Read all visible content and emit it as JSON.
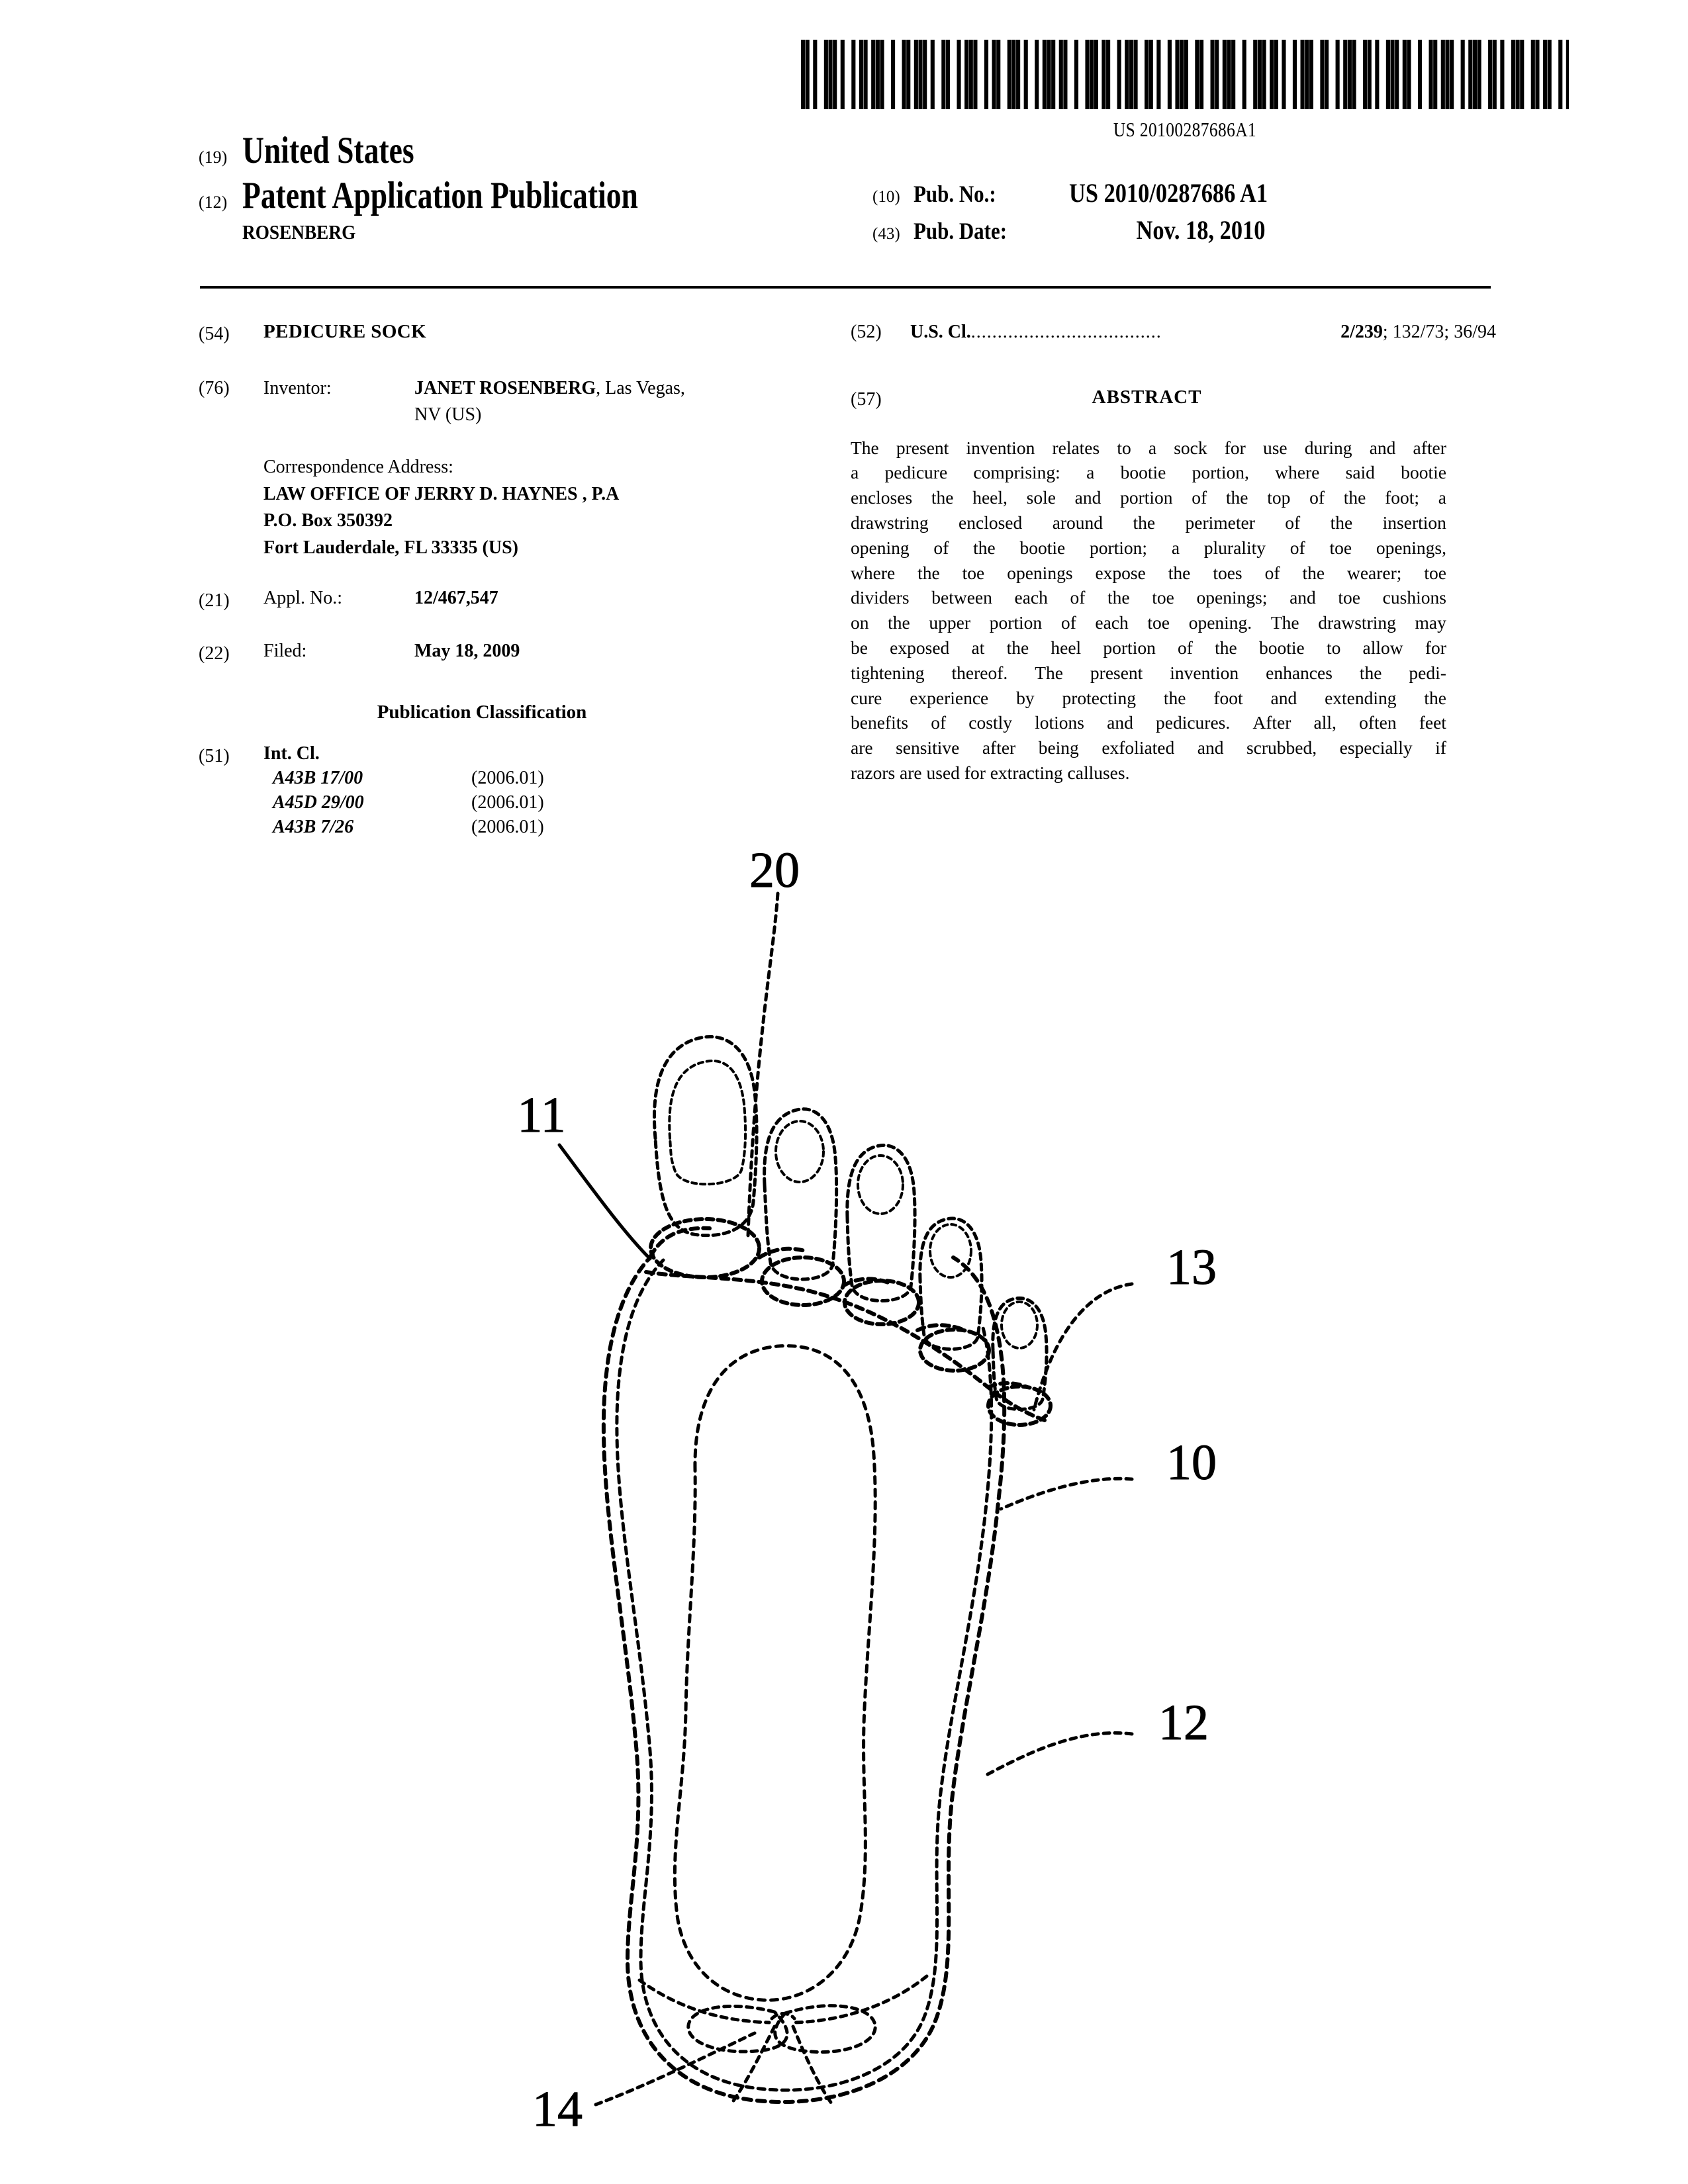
{
  "barcode": {
    "number": "US 20100287686A1",
    "pattern": "1101001110100101101110010011011101001100101110010110011101001011101100100111011001011100110100101110011001101110010011101101001011100110010111001101001110110010011011100101110011010011100110110010111001001110110100101110011001011100110"
  },
  "header": {
    "kind_19": "(19)",
    "country": "United States",
    "kind_12": "(12)",
    "doc_type": "Patent Application Publication",
    "applicant": "ROSENBERG",
    "kind_10": "(10)",
    "pub_no_label": "Pub. No.:",
    "pub_no_value": "US 2010/0287686 A1",
    "kind_43": "(43)",
    "pub_date_label": "Pub. Date:",
    "pub_date_value": "Nov. 18, 2010"
  },
  "left_column": {
    "title_num": "(54)",
    "title": "PEDICURE SOCK",
    "inventor_num": "(76)",
    "inventor_label": "Inventor:",
    "inventor_name": "JANET ROSENBERG",
    "inventor_city": ", Las Vegas,",
    "inventor_state": "NV (US)",
    "correspondence_label": "Correspondence Address:",
    "correspondence_lines": [
      "LAW OFFICE OF JERRY D. HAYNES , P.A",
      "P.O. Box 350392",
      "Fort Lauderdale, FL 33335 (US)"
    ],
    "appl_num": "(21)",
    "appl_label": "Appl. No.:",
    "appl_value": "12/467,547",
    "filed_num": "(22)",
    "filed_label": "Filed:",
    "filed_value": "May 18, 2009",
    "pub_class_heading": "Publication Classification",
    "intcl_num": "(51)",
    "intcl_label": "Int. Cl.",
    "intcl_rows": [
      {
        "code": "A43B  17/00",
        "version": "(2006.01)"
      },
      {
        "code": "A45D  29/00",
        "version": "(2006.01)"
      },
      {
        "code": "A43B  7/26",
        "version": "(2006.01)"
      }
    ]
  },
  "right_column": {
    "uscl_num": "(52)",
    "uscl_label": "U.S. Cl.",
    "uscl_dots": "....................................",
    "uscl_primary": "2/239",
    "uscl_rest": "; 132/73; 36/94",
    "abstract_num": "(57)",
    "abstract_heading": "ABSTRACT",
    "abstract_lines": [
      "The present invention relates to a sock for use during and after",
      "a pedicure comprising: a bootie portion, where said bootie",
      "encloses the heel, sole and portion of the top of the foot; a",
      "drawstring enclosed around the perimeter of the insertion",
      "opening of the bootie portion; a plurality of toe openings,",
      "where the toe openings expose the toes of the wearer; toe",
      "dividers between each of the toe openings; and toe cushions",
      "on the upper portion of each toe opening. The drawstring may",
      "be exposed at the heel portion of the bootie to allow for",
      "tightening thereof. The present invention enhances the pedi-",
      "cure experience by protecting the foot and extending the",
      "benefits of costly lotions and pedicures. After all, often feet",
      "are sensitive after being exfoliated and scrubbed, especially if",
      "razors are used for extracting calluses."
    ]
  },
  "figure": {
    "reference_numerals": [
      {
        "id": "20",
        "label": "20",
        "meaning": "toe-cushion"
      },
      {
        "id": "11",
        "label": "11",
        "meaning": "toe-divider"
      },
      {
        "id": "13",
        "label": "13",
        "meaning": "toe-opening"
      },
      {
        "id": "10",
        "label": "10",
        "meaning": "bootie-portion"
      },
      {
        "id": "12",
        "label": "12",
        "meaning": "sole"
      },
      {
        "id": "14",
        "label": "14",
        "meaning": "drawstring-bow"
      }
    ]
  }
}
